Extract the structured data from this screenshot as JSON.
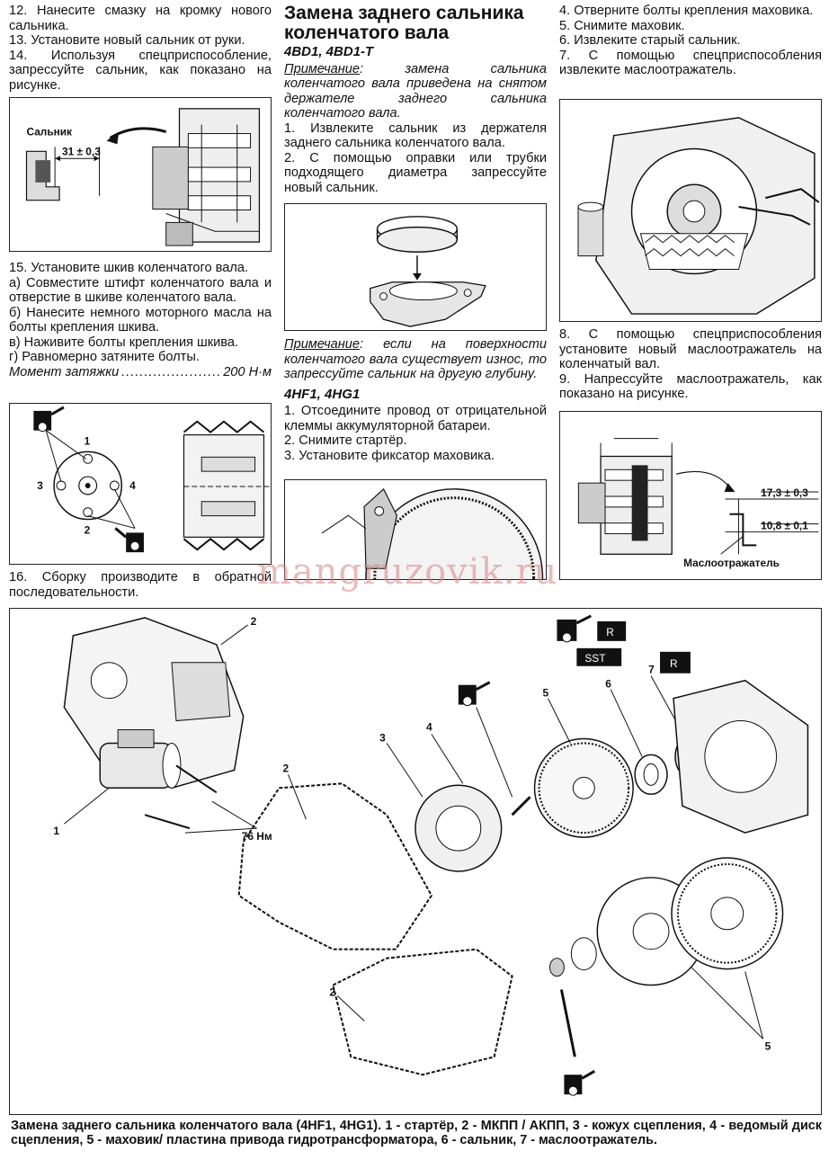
{
  "left_column": {
    "steps_top": [
      "12. Нанесите смазку на кромку нового сальника.",
      "13. Установите новый сальник от руки.",
      "14. Используя спецприспособление, запрессуйте сальник, как показано на рисунке."
    ],
    "fig1": {
      "label_seal": "Сальник",
      "dimension": "31 ± 0,3"
    },
    "step15": "15. Установите шкив коленчатого вала.",
    "step15_subs": [
      "а) Совместите штифт коленчатого вала и отверстие в шкиве коленчатого вала.",
      "б) Нанесите немного моторного масла на болты крепления шкива.",
      "в) Наживите болты крепления шкива.",
      "г) Равномерно затяните болты."
    ],
    "torque_label": "Момент затяжки",
    "torque_value": "200 Н·м",
    "fig2": {
      "bolt_numbers": [
        "1",
        "2",
        "3",
        "4"
      ]
    },
    "step16": "16. Сборку производите в обратной последовательности."
  },
  "middle_column": {
    "title": "Замена заднего сальника коленчатого вала",
    "engine_a": "4BD1, 4BD1-T",
    "note1_label": "Примечание",
    "note1_text": ": замена сальника коленчатого вала приведена на снятом держателе заднего сальника коленчатого вала.",
    "steps_a": [
      "1. Извлеките сальник из держателя заднего сальника коленчатого вала.",
      "2. С помощью оправки или трубки подходящего диаметра запрессуйте новый сальник."
    ],
    "note2_label": "Примечание",
    "note2_text": ": если на поверхности коленчатого вала существует износ, то запрессуйте сальник на другую глубину.",
    "engine_b": "4HF1, 4HG1",
    "steps_b": [
      "1. Отсоедините провод от отрицательной клеммы аккумуляторной батареи.",
      "2. Снимите стартёр.",
      "3. Установите фиксатор маховика."
    ]
  },
  "right_column": {
    "steps_top": [
      "4. Отверните болты крепления маховика.",
      "5. Снимите маховик.",
      "6. Извлеките старый сальник.",
      "7. С помощью спецприспособления извлеките маслоотражатель."
    ],
    "steps_bottom": [
      "8. С помощью спецприспособления установите новый маслоотражатель на коленчатый вал.",
      "9. Напрессуйте маслоотражатель, как показано на рисунке."
    ],
    "fig_dims": {
      "dim1": "17,3 ± 0,3",
      "dim2": "10,8 ± 0,1",
      "label": "Маслоотражатель"
    }
  },
  "watermark": "mangruzovik.ru",
  "big_figure": {
    "badges": {
      "r1": "R",
      "sst": "SST",
      "r2": "R"
    },
    "torque": "76 Нм",
    "callouts": [
      "1",
      "2",
      "2",
      "2",
      "3",
      "4",
      "5",
      "5",
      "6",
      "7"
    ]
  },
  "caption": "Замена заднего сальника коленчатого вала (4HF1, 4HG1). 1 - стартёр, 2 - МКПП / АКПП, 3 - кожух сцепления, 4 - ведомый диск сцепления, 5 - маховик/ пластина привода гидротрансформатора, 6 - сальник, 7 - маслоотражатель."
}
